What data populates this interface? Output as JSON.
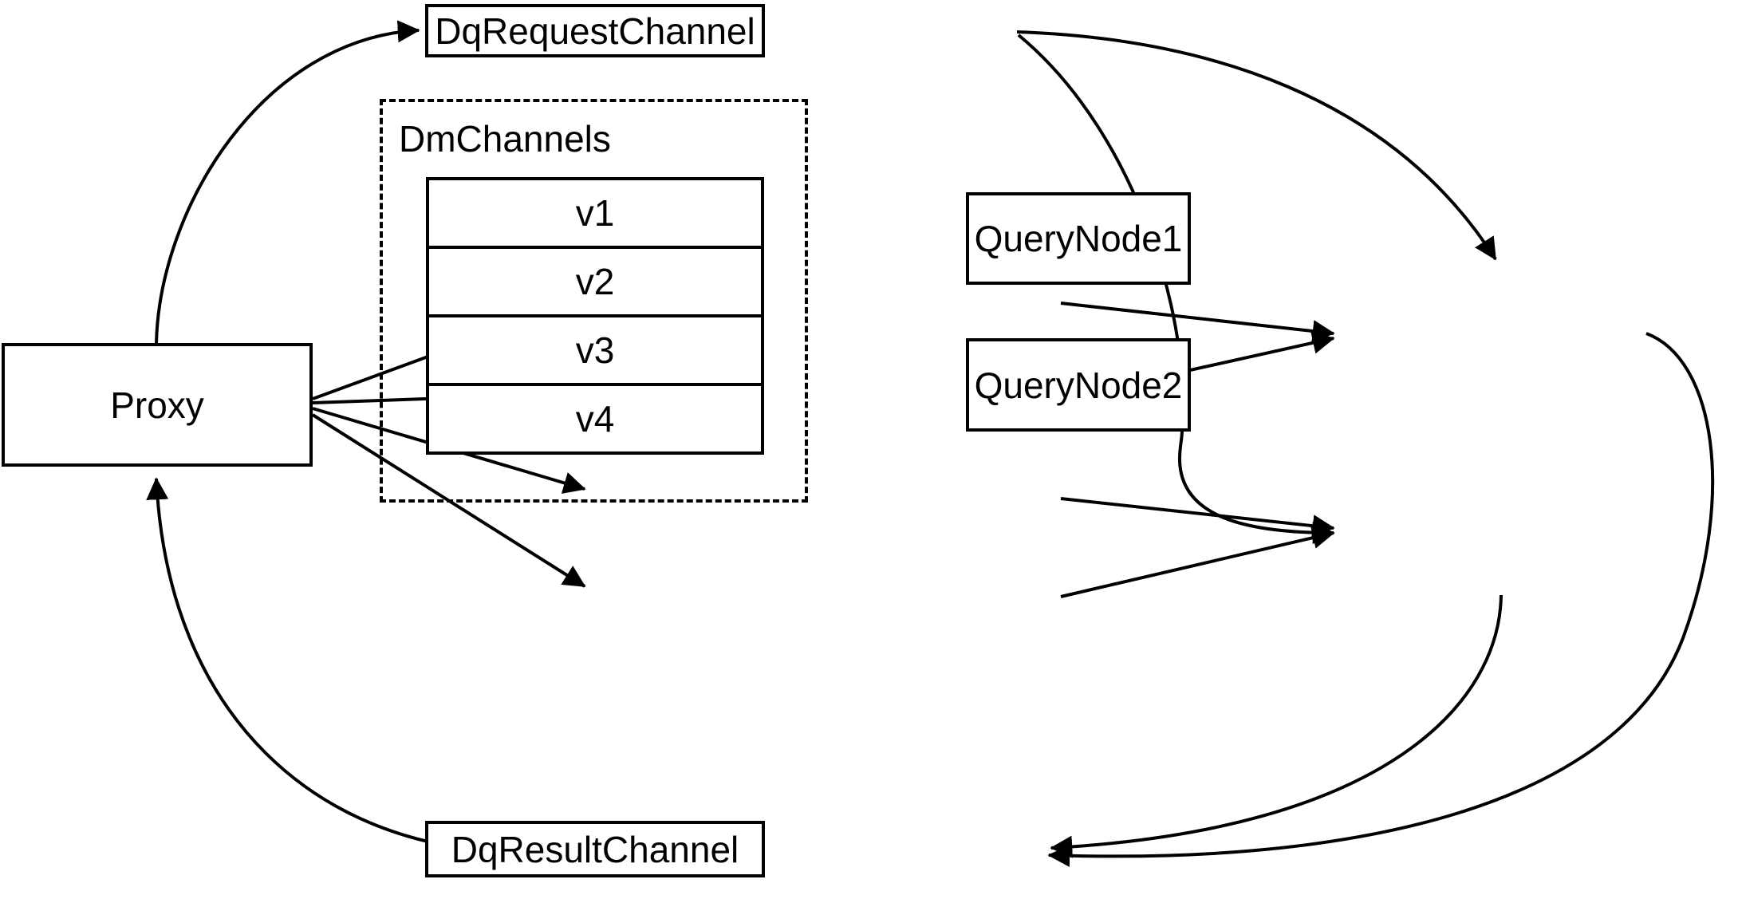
{
  "diagram": {
    "type": "architecture-flow-diagram",
    "background_color": "#ffffff",
    "stroke_color": "#000000",
    "nodes": {
      "proxy": {
        "label": "Proxy",
        "shape": "rectangle"
      },
      "dq_request_channel": {
        "label": "DqRequestChannel",
        "shape": "rectangle"
      },
      "dq_result_channel": {
        "label": "DqResultChannel",
        "shape": "rectangle"
      },
      "query_node_1": {
        "label": "QueryNode1",
        "shape": "rectangle"
      },
      "query_node_2": {
        "label": "QueryNode2",
        "shape": "rectangle"
      }
    },
    "group": {
      "title": "DmChannels",
      "border_style": "dashed",
      "channels": [
        {
          "label": "v1"
        },
        {
          "label": "v2"
        },
        {
          "label": "v3"
        },
        {
          "label": "v4"
        }
      ]
    },
    "edges": [
      {
        "from": "Proxy",
        "to": "DqRequestChannel",
        "style": "curved",
        "arrow": "end"
      },
      {
        "from": "Proxy",
        "to": "v1",
        "style": "straight",
        "arrow": "end"
      },
      {
        "from": "Proxy",
        "to": "v2",
        "style": "straight",
        "arrow": "end"
      },
      {
        "from": "Proxy",
        "to": "v3",
        "style": "straight",
        "arrow": "end"
      },
      {
        "from": "Proxy",
        "to": "v4",
        "style": "straight",
        "arrow": "end"
      },
      {
        "from": "DqRequestChannel",
        "to": "QueryNode1",
        "style": "curved",
        "arrow": "end"
      },
      {
        "from": "DqRequestChannel",
        "to": "QueryNode2",
        "style": "curved",
        "arrow": "end"
      },
      {
        "from": "v1",
        "to": "QueryNode1",
        "style": "straight",
        "arrow": "end"
      },
      {
        "from": "v2",
        "to": "QueryNode1",
        "style": "straight",
        "arrow": "end"
      },
      {
        "from": "v3",
        "to": "QueryNode2",
        "style": "straight",
        "arrow": "end"
      },
      {
        "from": "v4",
        "to": "QueryNode2",
        "style": "straight",
        "arrow": "end"
      },
      {
        "from": "QueryNode1",
        "to": "DqResultChannel",
        "style": "curved",
        "arrow": "end"
      },
      {
        "from": "QueryNode2",
        "to": "DqResultChannel",
        "style": "curved",
        "arrow": "end"
      },
      {
        "from": "DqResultChannel",
        "to": "Proxy",
        "style": "curved",
        "arrow": "end"
      }
    ]
  }
}
